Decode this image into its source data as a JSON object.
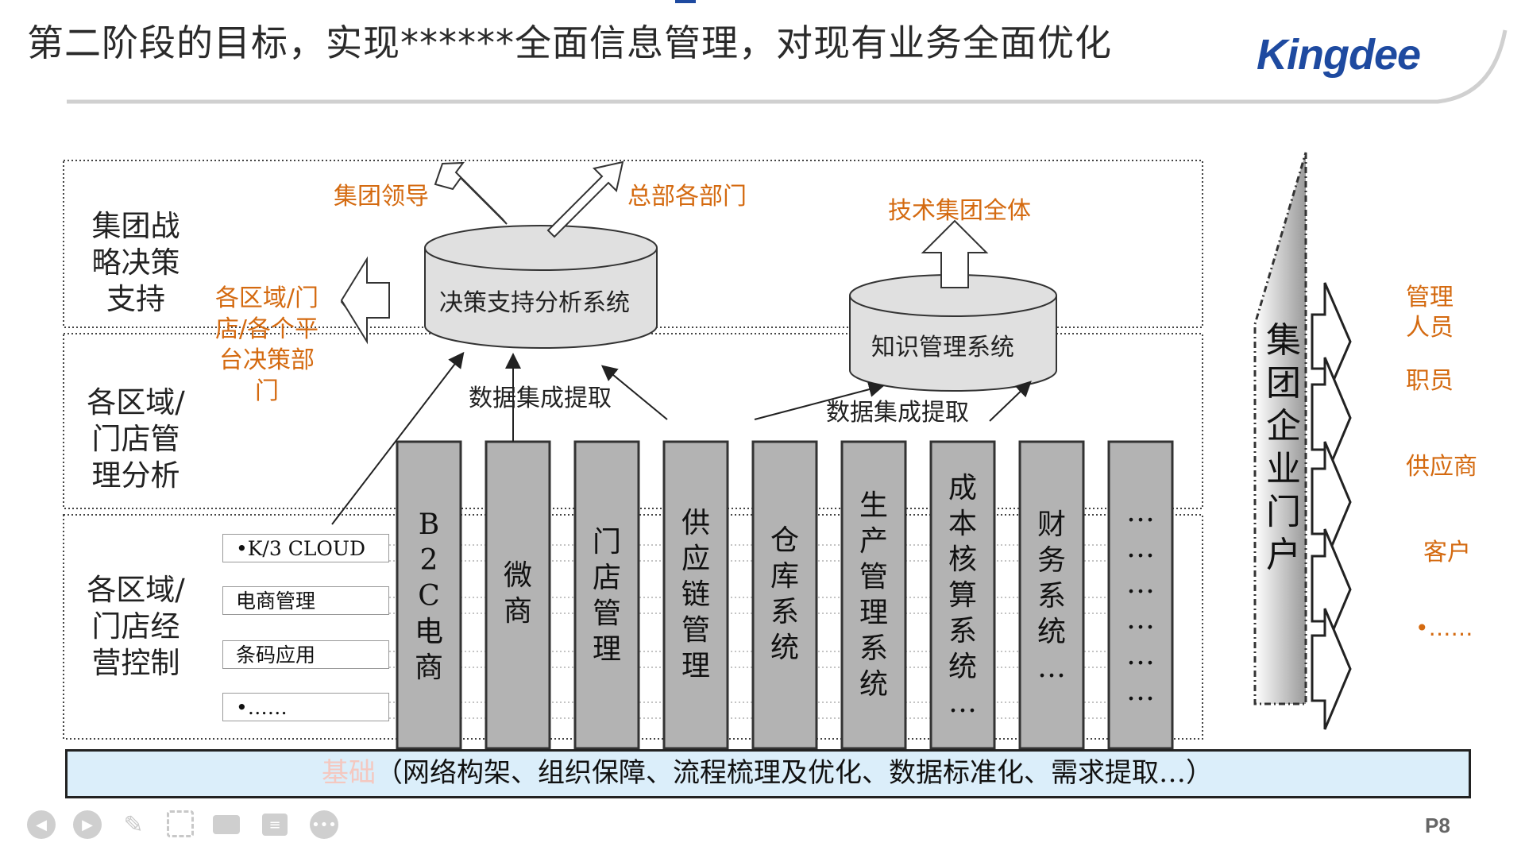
{
  "title": "第二阶段的目标，实现******全面信息管理，对现有业务全面优化",
  "logo": "Kingdee",
  "tiers": [
    {
      "label": "集团战\n略决策\n支持"
    },
    {
      "label": "各区域/\n门店管\n理分析"
    },
    {
      "label": "各区域/\n门店经\n营控制"
    }
  ],
  "top_systems": {
    "decision": "决策支持分析系统",
    "knowledge": "知识管理系统"
  },
  "targets": {
    "group_leaders": "集团领导",
    "hq_departments": "总部各部门",
    "tech_group": "技术集团全体",
    "regional_decision": "各区域/门店/各个平台决策部门"
  },
  "integration": [
    "数据集成提取",
    "数据集成提取"
  ],
  "sub_rows": [
    "•K/3 CLOUD",
    "电商管理",
    "条码应用",
    "•……"
  ],
  "columns": [
    {
      "text": "B\n2\nC\n电\n商"
    },
    {
      "text": "微\n商"
    },
    {
      "text": "门\n店\n管\n理"
    },
    {
      "text": "供\n应\n链\n管\n理"
    },
    {
      "text": "仓\n库\n系\n统"
    },
    {
      "text": "生\n产\n管\n理\n系\n统"
    },
    {
      "text": "成\n本\n核\n算\n系\n统\n…"
    },
    {
      "text": "财\n务\n系\n统\n…"
    },
    {
      "text": "…\n…\n…\n…\n…\n…"
    }
  ],
  "portal": "集\n团\n企\n业\n门\n户",
  "portal_users": [
    "管理\n人员",
    "职员",
    "供应商",
    "客户",
    "•……"
  ],
  "foundation": {
    "label": "基础",
    "text": "（网络构架、组织保障、流程梳理及优化、数据标准化、需求提取…）"
  },
  "page_number": "P8",
  "colors": {
    "accent_orange": "#d46a10",
    "logo_blue": "#1e4aa0",
    "column_gray": "#b3b3b3",
    "base_blue": "#dbeefa"
  }
}
